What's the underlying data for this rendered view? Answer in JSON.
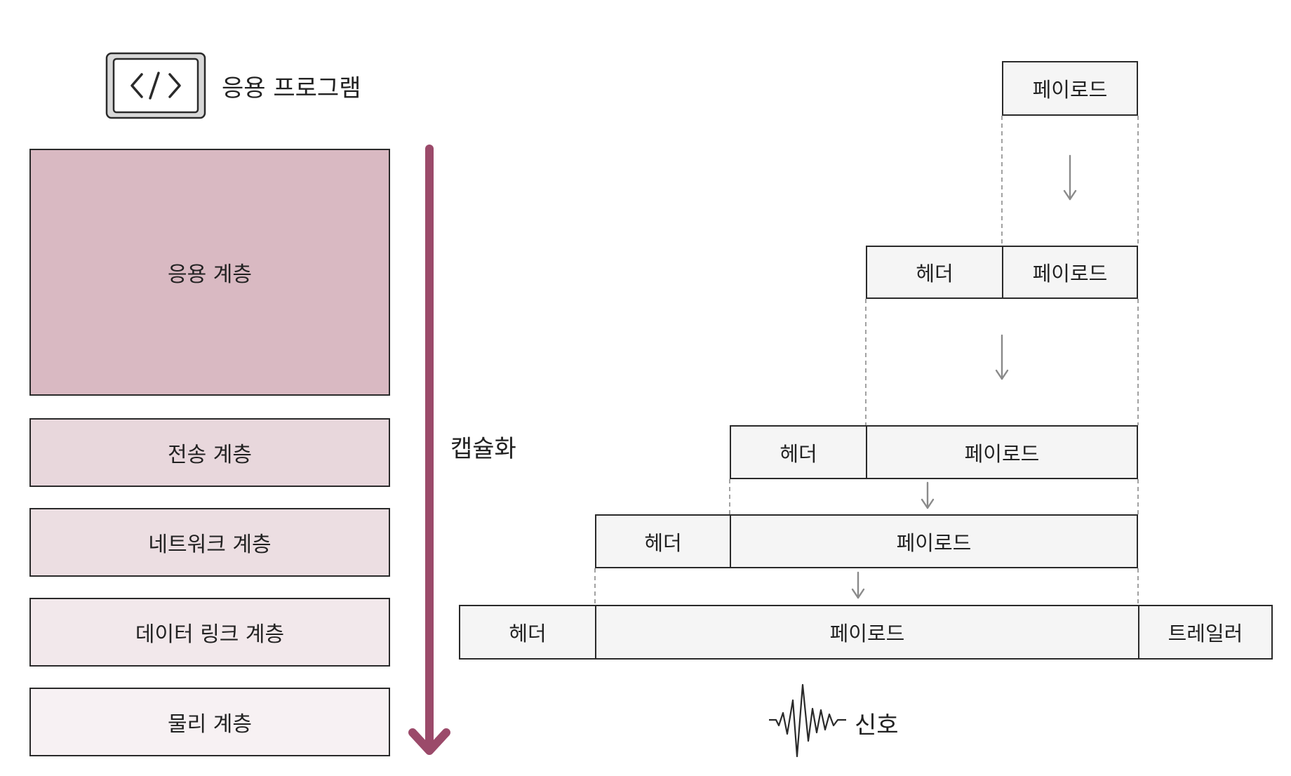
{
  "colors": {
    "arrow": "#9b4a6a",
    "app_layer": "#d9b9c2",
    "transport_layer": "#e8d7dc",
    "network_layer": "#ecdee2",
    "datalink_layer": "#f2e8eb",
    "physical_layer": "#f7f1f3",
    "packet_fill": "#f5f5f5"
  },
  "app": {
    "icon": "code-window-icon",
    "label": "응용 프로그램"
  },
  "layers": {
    "application": "응용 계층",
    "transport": "전송 계층",
    "network": "네트워크 계층",
    "datalink": "데이터 링크 계층",
    "physical": "물리 계층"
  },
  "encapsulation_label": "캡슐화",
  "packets": {
    "row1": {
      "payload": "페이로드"
    },
    "row2": {
      "header": "헤더",
      "payload": "페이로드"
    },
    "row3": {
      "header": "헤더",
      "payload": "페이로드"
    },
    "row4": {
      "header": "헤더",
      "payload": "페이로드"
    },
    "row5": {
      "header": "헤더",
      "payload": "페이로드",
      "trailer": "트레일러"
    }
  },
  "signal": {
    "icon": "signal-wave-icon",
    "label": "신호"
  }
}
